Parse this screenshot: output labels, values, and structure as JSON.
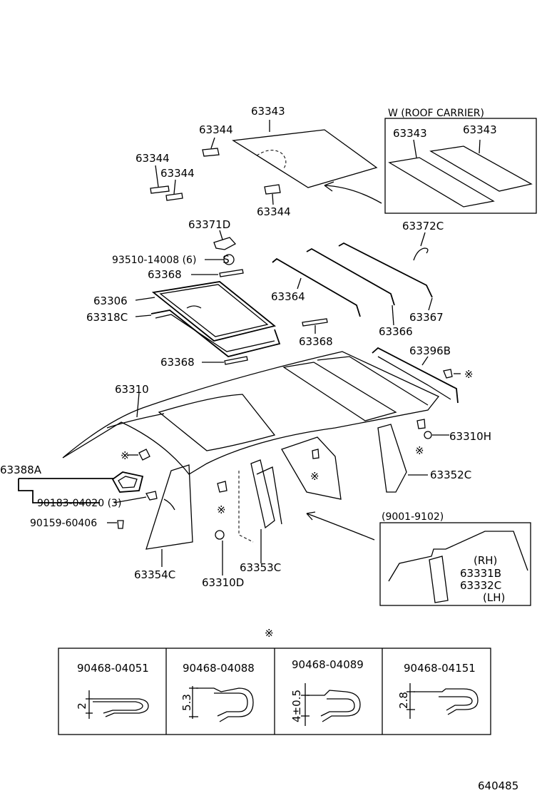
{
  "diagram": {
    "labels": {
      "p63343_main": "63343",
      "p63344_a": "63344",
      "p63344_b": "63344",
      "p63344_c": "63344",
      "p63344_d": "63344",
      "roof_carrier_title": "W (ROOF  CARRIER)",
      "p63343_rc1": "63343",
      "p63343_rc2": "63343",
      "p63371d": "63371D",
      "p63372c": "63372C",
      "p93510": "93510-14008 (6)",
      "p63368_a": "63368",
      "p63306": "63306",
      "p63318c": "63318C",
      "p63364": "63364",
      "p63367": "63367",
      "p63366": "63366",
      "p63368_b": "63368",
      "p63368_c": "63368",
      "p63396b": "63396B",
      "p63310": "63310",
      "p63310h": "63310H",
      "p63388a": "63388A",
      "p90183": "90183-04020 (3)",
      "p63352c": "63352C",
      "p90159": "90159-60406",
      "p9001_9102": "(9001-9102)",
      "rh": "(RH)",
      "p63331b": "63331B",
      "p63332c": "63332C",
      "lh": "(LH)",
      "p63354c": "63354C",
      "p63310d": "63310D",
      "p63353c": "63353C",
      "ref_mark": "※",
      "s_mark": "S",
      "figure_number": "640485"
    },
    "clips": [
      {
        "part": "90468-04051",
        "dim": "2"
      },
      {
        "part": "90468-04088",
        "dim": "5.3"
      },
      {
        "part": "90468-04089",
        "dim": "4±0.5"
      },
      {
        "part": "90468-04151",
        "dim": "2.8"
      }
    ]
  }
}
